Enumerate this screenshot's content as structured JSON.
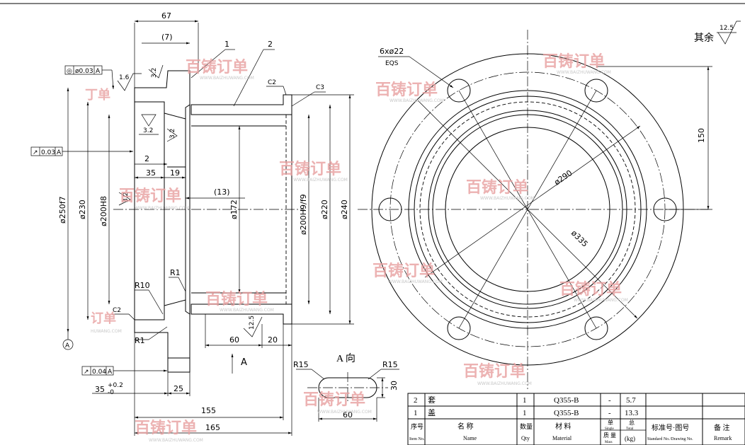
{
  "section_view": {
    "dims": {
      "d67": "67",
      "d7": "(7)",
      "balloon1": "1",
      "balloon2": "2",
      "r16": "1.6",
      "r32a": "3.2",
      "r32b": "3.2",
      "r32c": "3.2",
      "r32d": "3.2",
      "c2_top": "C2",
      "c3": "C3",
      "d2": "2",
      "d35": "35",
      "d19": "19",
      "d13": "(13)",
      "phi250": "ø250f7",
      "phi230": "ø230",
      "phi200h8": "ø200H8",
      "phi172": "ø172",
      "phi200h9": "ø200H9/f9",
      "phi220": "ø220",
      "phi240": "ø240",
      "r1_top": "R1",
      "r10": "R10",
      "c2_bot": "C2",
      "r1_bot": "R1",
      "r125": "12.5",
      "d60": "60",
      "d20": "20",
      "arrowA": "A",
      "datumA": "A",
      "d25": "25",
      "d35tol": "35",
      "tol_up": "+0.2",
      "tol_low": "-0",
      "d155": "155",
      "d165": "165"
    },
    "fcf": [
      {
        "sym": "◎",
        "tol": "ø0.03",
        "datum": "A"
      },
      {
        "sym": "↗",
        "tol": "0.03",
        "datum": "A"
      },
      {
        "sym": "↗",
        "tol": "0.04",
        "datum": "A"
      }
    ]
  },
  "end_view": {
    "holes_label": "6xø22",
    "eqs": "EQS",
    "phi290": "ø290",
    "phi335": "ø335",
    "d150": "150"
  },
  "roughness_note": {
    "label": "其余",
    "value": "12.5"
  },
  "a_view": {
    "title": "A 向",
    "r15_left": "R15",
    "r15_right": "R15",
    "d30": "30",
    "d60": "60"
  },
  "bom": {
    "rows": [
      {
        "no": "2",
        "name": "套",
        "qty": "1",
        "material": "Q355-B",
        "single": "-",
        "total": "5.7",
        "std": "",
        "remark": ""
      },
      {
        "no": "1",
        "name": "盖",
        "qty": "1",
        "material": "Q355-B",
        "single": "-",
        "total": "13.3",
        "std": "",
        "remark": ""
      }
    ],
    "header": {
      "no_cn": "序号",
      "no_en": "Item No.",
      "name_cn": "名 称",
      "name_en": "Name",
      "qty_cn": "数量",
      "qty_en": "Qty",
      "mat_cn": "材 料",
      "mat_en": "Material",
      "single_cn": "单",
      "single_en": "Single",
      "total_cn": "总",
      "total_en": "Total",
      "mass_cn": "质 量",
      "mass_en": "Mass",
      "mass_unit": "(kg)",
      "std_cn": "标准号·图号",
      "std_en": "Standard No./Drawing No.",
      "remark_cn": "备 注",
      "remark_en": "Remark"
    }
  },
  "watermark": {
    "brand": "百铸订单",
    "url": "WWW.BAIZHUWANG.COM",
    "frag1": "丁单",
    "frag2": "HUWANG.COM",
    "frag3": "订单"
  },
  "colors": {
    "line": "#000000",
    "watermark": "#e8a0a0"
  }
}
